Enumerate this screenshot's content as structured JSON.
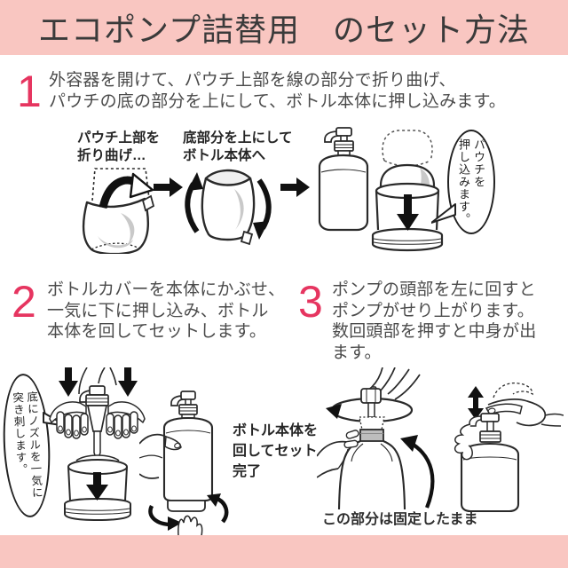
{
  "title": "エコポンプ詰替用　のセット方法",
  "colors": {
    "banner_pink": "#f9c6c1",
    "step_number_red": "#e63560"
  },
  "steps": [
    {
      "number": "1",
      "text": "外容器を開けて、パウチ上部を線の部分で折り曲げ、\nパウチの底の部分を上にして、ボトル本体に押し込みます。"
    },
    {
      "number": "2",
      "text": "ボトルカバーを本体にかぶせ、\n一気に下に押し込み、ボトル\n本体を回してセットします。"
    },
    {
      "number": "3",
      "text": "ポンプの頭部を左に回すと\nポンプがせり上がります。\n数回頭部を押すと中身が出\nます。"
    }
  ],
  "step1_figures": {
    "fold_label": "パウチ上部を\n折り曲げ…",
    "bottom_up_label": "底部分を上にして\nボトル本体へ",
    "push_bubble": "パウチを\n押し込みます。"
  },
  "bottom_figures": {
    "nozzle_bubble": "底にノズルを一気に\n突き刺します。",
    "rotate_set_label": "ボトル本体を\n回してセット\n完了",
    "fixed_caption": "この部分は固定したまま"
  }
}
